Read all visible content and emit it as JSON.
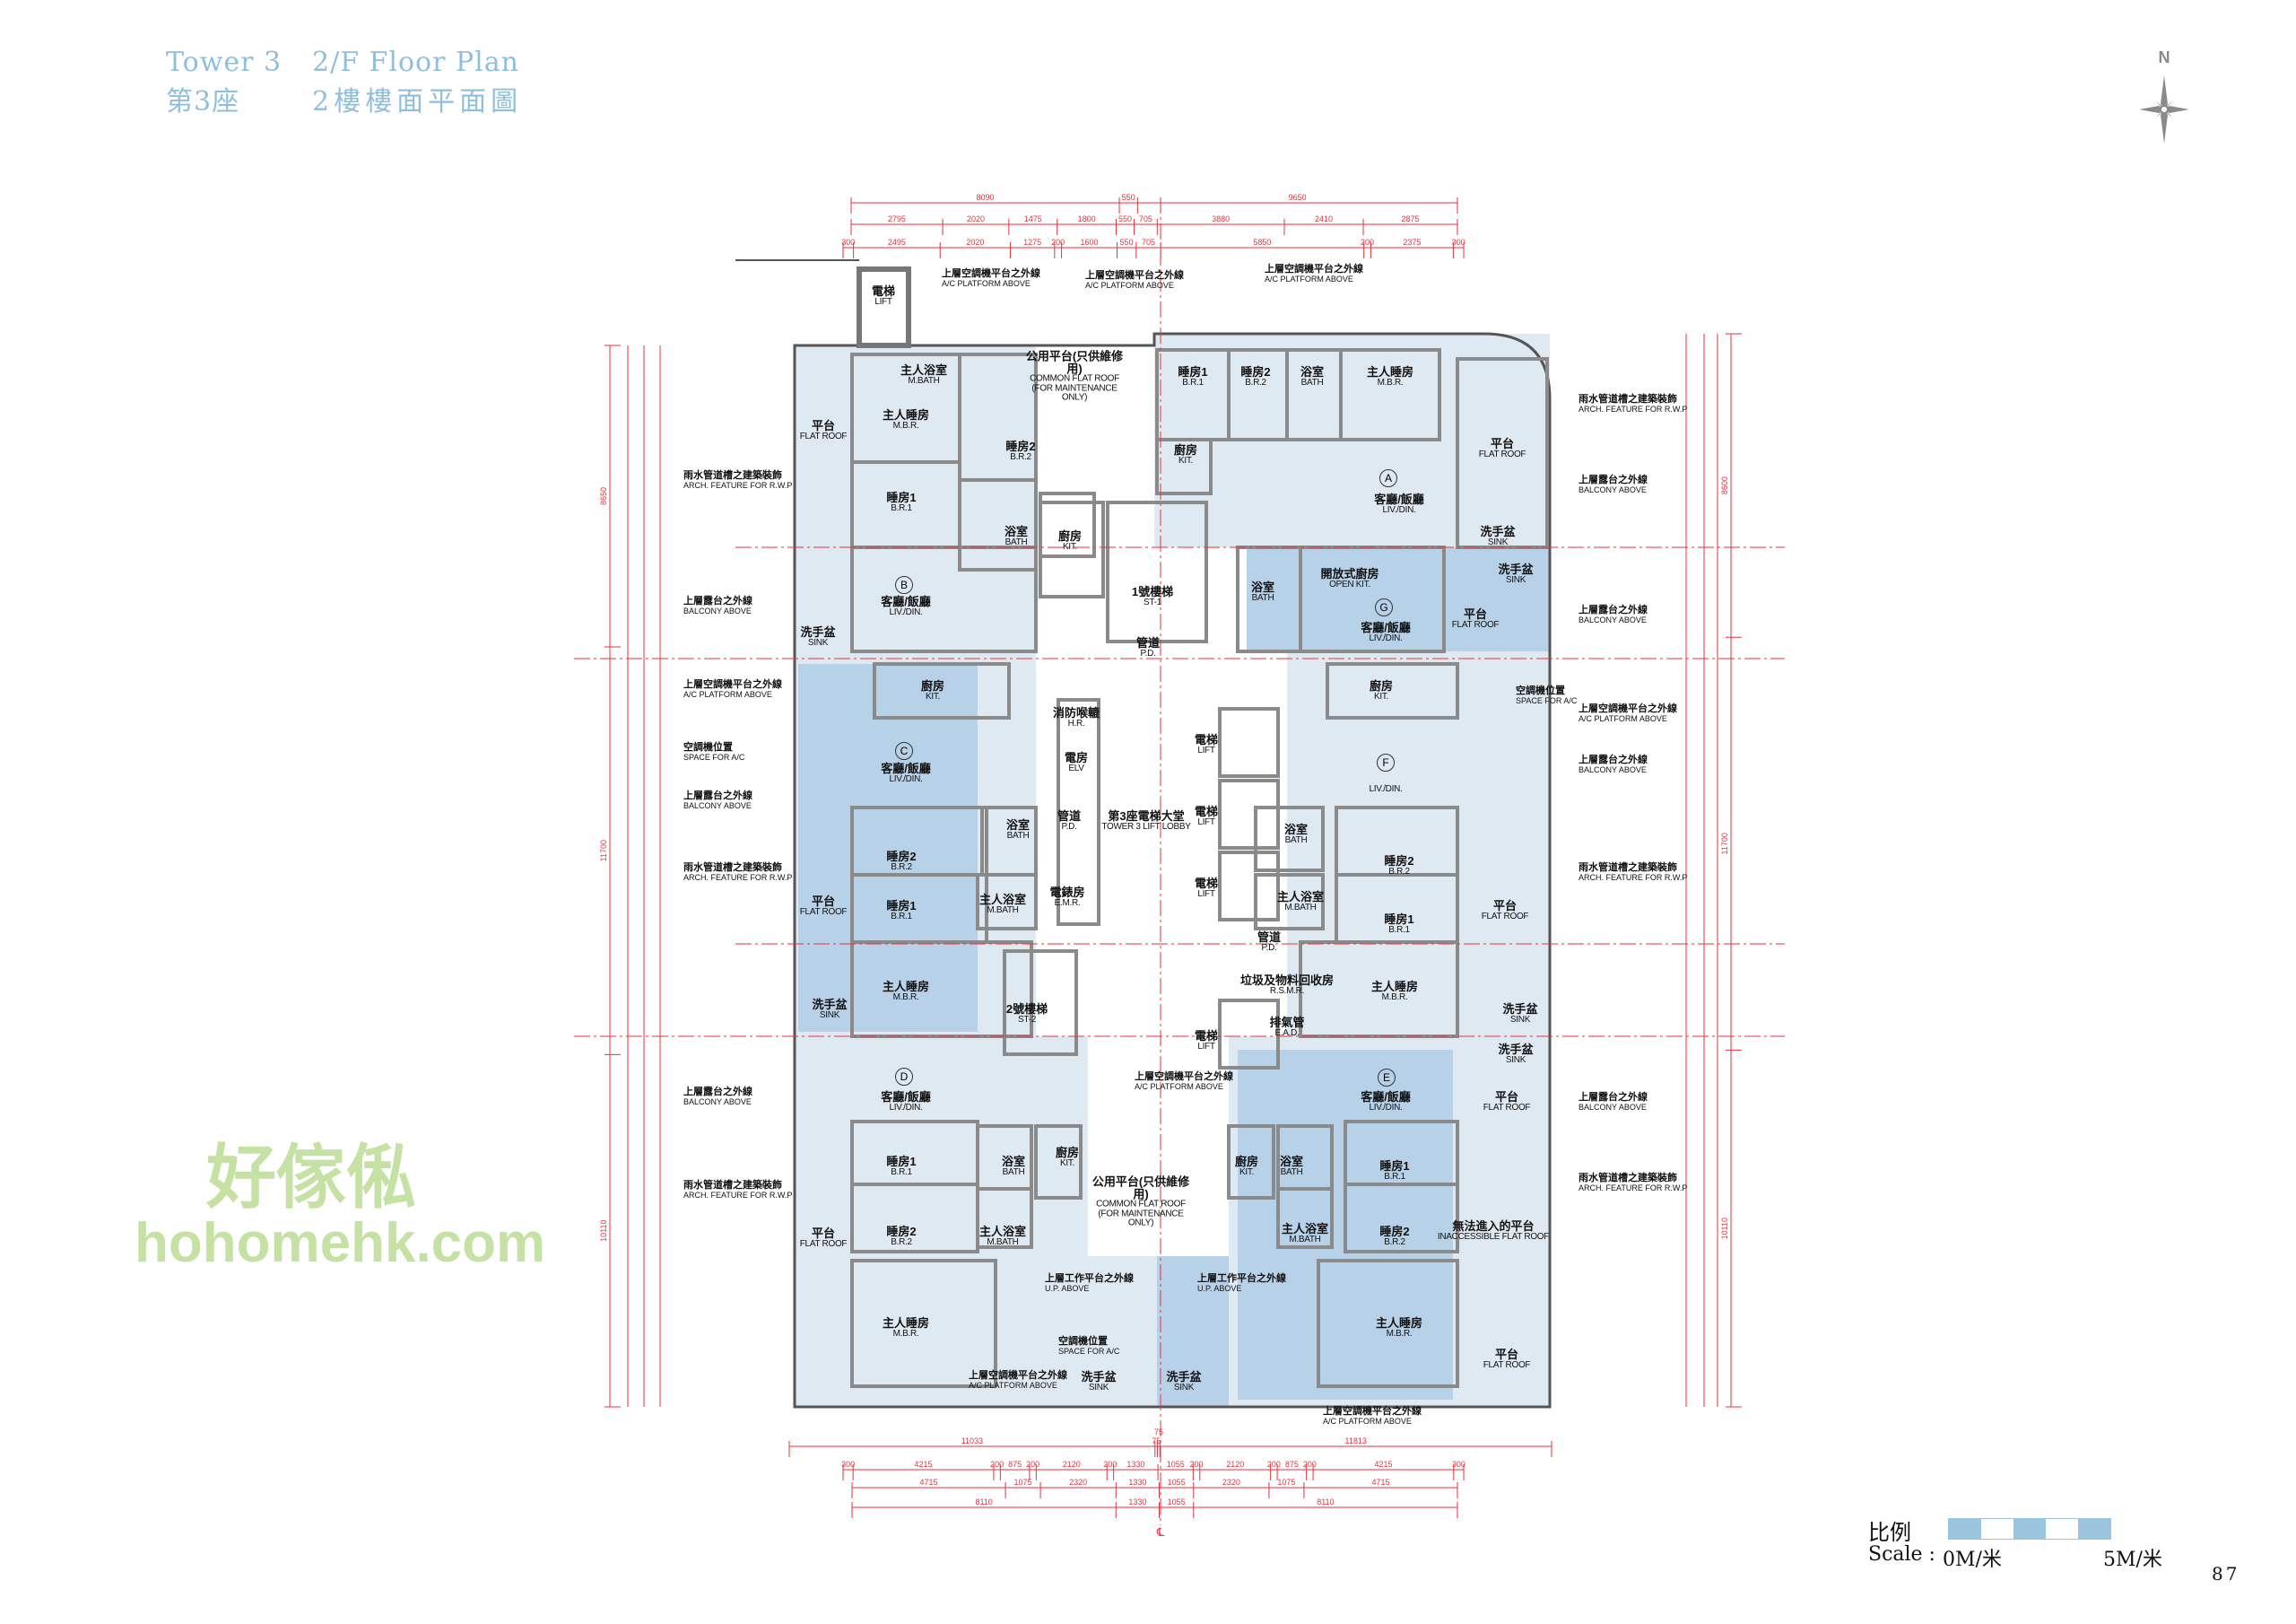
{
  "header": {
    "tower_en": "Tower 3",
    "floor_en": "2/F Floor Plan",
    "tower_zh": "第3座",
    "floor_zh": "2樓樓面平面圖"
  },
  "compass": {
    "label": "N",
    "icon": "north-arrow-icon"
  },
  "scale": {
    "label_zh": "比例",
    "label_en": "Scale :",
    "start": "0M/米",
    "end": "5M/米",
    "segments": 5,
    "colors": [
      "#9bc4de",
      "#ffffff"
    ]
  },
  "page_number": "87",
  "watermark": {
    "zh": "好傢俬",
    "en": "hohomehk.com"
  },
  "colors": {
    "dimension": "#e8323c",
    "unit_fill": "#dfe9f1",
    "unit_fill_dark": "#b6d1e8",
    "wall": "#8a8a8a",
    "title": "#8fbfdb"
  },
  "dimensions": {
    "top": [
      [
        8090,
        550,
        9650
      ],
      [
        2795,
        2020,
        1475,
        1800,
        550,
        705,
        3880,
        2410,
        2875
      ],
      [
        300,
        2495,
        2020,
        1275,
        200,
        1600,
        550,
        705,
        5850,
        200,
        2375,
        300
      ]
    ],
    "bottom": [
      [
        11033,
        75,
        75,
        11813
      ],
      [
        300,
        4215,
        200,
        875,
        200,
        2120,
        200,
        1330,
        1055,
        200,
        2120,
        200,
        875,
        200,
        4215,
        300
      ],
      [
        4715,
        1075,
        2320,
        1330,
        1055,
        2320,
        1075,
        4715
      ],
      [
        8110,
        1330,
        1055,
        8110
      ]
    ],
    "left": [
      8650,
      11700,
      10110
    ],
    "right": [
      8600,
      11700,
      10110
    ],
    "centerline": "℄"
  },
  "units": {
    "A": {
      "letter": "A",
      "rooms": [
        {
          "zh": "睡房1",
          "en": "B.R.1"
        },
        {
          "zh": "睡房2",
          "en": "B.R.2"
        },
        {
          "zh": "浴室",
          "en": "BATH"
        },
        {
          "zh": "主人睡房",
          "en": "M.B.R."
        },
        {
          "zh": "廚房",
          "en": "KIT."
        },
        {
          "zh": "客廳/飯廳",
          "en": "LIV./DIN."
        },
        {
          "zh": "平台",
          "en": "FLAT ROOF"
        },
        {
          "zh": "洗手盆",
          "en": "SINK"
        }
      ]
    },
    "B": {
      "letter": "B",
      "rooms": [
        {
          "zh": "主人浴室",
          "en": "M.BATH"
        },
        {
          "zh": "主人睡房",
          "en": "M.B.R."
        },
        {
          "zh": "睡房2",
          "en": "B.R.2"
        },
        {
          "zh": "睡房1",
          "en": "B.R.1"
        },
        {
          "zh": "浴室",
          "en": "BATH"
        },
        {
          "zh": "廚房",
          "en": "KIT."
        },
        {
          "zh": "客廳/飯廳",
          "en": "LIV./DIN."
        },
        {
          "zh": "平台",
          "en": "FLAT ROOF"
        },
        {
          "zh": "洗手盆",
          "en": "SINK"
        }
      ]
    },
    "C": {
      "letter": "C",
      "rooms": [
        {
          "zh": "廚房",
          "en": "KIT."
        },
        {
          "zh": "客廳/飯廳",
          "en": "LIV./DIN."
        },
        {
          "zh": "浴室",
          "en": "BATH"
        },
        {
          "zh": "睡房2",
          "en": "B.R.2"
        },
        {
          "zh": "睡房1",
          "en": "B.R.1"
        },
        {
          "zh": "主人浴室",
          "en": "M.BATH"
        },
        {
          "zh": "主人睡房",
          "en": "M.B.R."
        },
        {
          "zh": "平台",
          "en": "FLAT ROOF"
        },
        {
          "zh": "洗手盆",
          "en": "SINK"
        }
      ]
    },
    "D": {
      "letter": "D",
      "rooms": [
        {
          "zh": "客廳/飯廳",
          "en": "LIV./DIN."
        },
        {
          "zh": "睡房1",
          "en": "B.R.1"
        },
        {
          "zh": "睡房2",
          "en": "B.R.2"
        },
        {
          "zh": "主人睡房",
          "en": "M.B.R."
        },
        {
          "zh": "浴室",
          "en": "BATH"
        },
        {
          "zh": "主人浴室",
          "en": "M.BATH"
        },
        {
          "zh": "廚房",
          "en": "KIT."
        },
        {
          "zh": "平台",
          "en": "FLAT ROOF"
        }
      ]
    },
    "E": {
      "letter": "E",
      "rooms": [
        {
          "zh": "客廳/飯廳",
          "en": "LIV./DIN."
        },
        {
          "zh": "睡房1",
          "en": "B.R.1"
        },
        {
          "zh": "睡房2",
          "en": "B.R.2"
        },
        {
          "zh": "主人睡房",
          "en": "M.B.R."
        },
        {
          "zh": "浴室",
          "en": "BATH"
        },
        {
          "zh": "主人浴室",
          "en": "M.BATH"
        },
        {
          "zh": "廚房",
          "en": "KIT."
        },
        {
          "zh": "平台",
          "en": "FLAT ROOF"
        },
        {
          "zh": "無法進入的平台",
          "en": "INACCESSIBLE FLAT ROOF"
        },
        {
          "zh": "平台",
          "en": "FLAT ROOF"
        },
        {
          "zh": "洗手盆",
          "en": "SINK"
        }
      ]
    },
    "F": {
      "letter": "F",
      "rooms": [
        {
          "zh": "廚房",
          "en": "KIT."
        },
        {
          "zh": "",
          "en": "LIV./DIN."
        },
        {
          "zh": "浴室",
          "en": "BATH"
        },
        {
          "zh": "睡房2",
          "en": "B.R.2"
        },
        {
          "zh": "主人浴室",
          "en": "M.BATH"
        },
        {
          "zh": "睡房1",
          "en": "B.R.1"
        },
        {
          "zh": "主人睡房",
          "en": "M.B.R."
        },
        {
          "zh": "平台",
          "en": "FLAT ROOF"
        },
        {
          "zh": "洗手盆",
          "en": "SINK"
        }
      ]
    },
    "G": {
      "letter": "G",
      "rooms": [
        {
          "zh": "開放式廚房",
          "en": "OPEN KIT."
        },
        {
          "zh": "浴室",
          "en": "BATH"
        },
        {
          "zh": "客廳/飯廳",
          "en": "LIV./DIN."
        },
        {
          "zh": "平台",
          "en": "FLAT ROOF"
        },
        {
          "zh": "洗手盆",
          "en": "SINK"
        }
      ]
    }
  },
  "core": [
    {
      "zh": "電梯",
      "en": "LIFT"
    },
    {
      "zh": "1號樓梯",
      "en": "ST-1"
    },
    {
      "zh": "管道",
      "en": "P.D."
    },
    {
      "zh": "消防喉轆",
      "en": "H.R."
    },
    {
      "zh": "電房",
      "en": "ELV"
    },
    {
      "zh": "管道",
      "en": "P.D."
    },
    {
      "zh": "電錶房",
      "en": "E.M.R."
    },
    {
      "zh": "第3座電梯大堂",
      "en": "TOWER 3 LIFT LOBBY"
    },
    {
      "zh": "電梯",
      "en": "LIFT"
    },
    {
      "zh": "電梯",
      "en": "LIFT"
    },
    {
      "zh": "電梯",
      "en": "LIFT"
    },
    {
      "zh": "2號樓梯",
      "en": "ST-2"
    },
    {
      "zh": "電梯",
      "en": "LIFT"
    },
    {
      "zh": "垃圾及物料回收房",
      "en": "R.S.M.R."
    },
    {
      "zh": "排氣管",
      "en": "E.A.D."
    },
    {
      "zh": "管道",
      "en": "P.D."
    },
    {
      "zh": "公用平台(只供維修用)",
      "en": "COMMON FLAT ROOF (FOR MAINTENANCE ONLY)"
    },
    {
      "zh": "公用平台(只供維修用)",
      "en": "COMMON FLAT ROOF (FOR MAINTENANCE ONLY)"
    },
    {
      "zh": "洗手盆",
      "en": "SINK"
    },
    {
      "zh": "洗手盆",
      "en": "SINK"
    }
  ],
  "annotations": [
    {
      "zh": "上層空調機平台之外線",
      "en": "A/C PLATFORM ABOVE"
    },
    {
      "zh": "上層空調機平台之外線",
      "en": "A/C PLATFORM ABOVE"
    },
    {
      "zh": "上層空調機平台之外線",
      "en": "A/C PLATFORM ABOVE"
    },
    {
      "zh": "雨水管道槽之建築裝飾",
      "en": "ARCH. FEATURE FOR R.W.P"
    },
    {
      "zh": "上層露台之外線",
      "en": "BALCONY ABOVE"
    },
    {
      "zh": "上層空調機平台之外線",
      "en": "A/C PLATFORM ABOVE"
    },
    {
      "zh": "空調機位置",
      "en": "SPACE FOR A/C"
    },
    {
      "zh": "上層露台之外線",
      "en": "BALCONY ABOVE"
    },
    {
      "zh": "雨水管道槽之建築裝飾",
      "en": "ARCH. FEATURE FOR R.W.P"
    },
    {
      "zh": "上層露台之外線",
      "en": "BALCONY ABOVE"
    },
    {
      "zh": "雨水管道槽之建築裝飾",
      "en": "ARCH. FEATURE FOR R.W.P"
    },
    {
      "zh": "雨水管道槽之建築裝飾",
      "en": "ARCH. FEATURE FOR R.W.P"
    },
    {
      "zh": "上層露台之外線",
      "en": "BALCONY ABOVE"
    },
    {
      "zh": "上層露台之外線",
      "en": "BALCONY ABOVE"
    },
    {
      "zh": "上層空調機平台之外線",
      "en": "A/C PLATFORM ABOVE"
    },
    {
      "zh": "上層露台之外線",
      "en": "BALCONY ABOVE"
    },
    {
      "zh": "雨水管道槽之建築裝飾",
      "en": "ARCH. FEATURE FOR R.W.P"
    },
    {
      "zh": "上層露台之外線",
      "en": "BALCONY ABOVE"
    },
    {
      "zh": "雨水管道槽之建築裝飾",
      "en": "ARCH. FEATURE FOR R.W.P"
    },
    {
      "zh": "空調機位置",
      "en": "SPACE FOR A/C"
    },
    {
      "zh": "上層空調機平台之外線",
      "en": "A/C PLATFORM ABOVE"
    },
    {
      "zh": "上層工作平台之外線",
      "en": "U.P. ABOVE"
    },
    {
      "zh": "上層工作平台之外線",
      "en": "U.P. ABOVE"
    },
    {
      "zh": "空調機位置",
      "en": "SPACE FOR A/C"
    },
    {
      "zh": "上層空調機平台之外線",
      "en": "A/C PLATFORM ABOVE"
    },
    {
      "zh": "上層空調機平台之外線",
      "en": "A/C PLATFORM ABOVE"
    }
  ]
}
